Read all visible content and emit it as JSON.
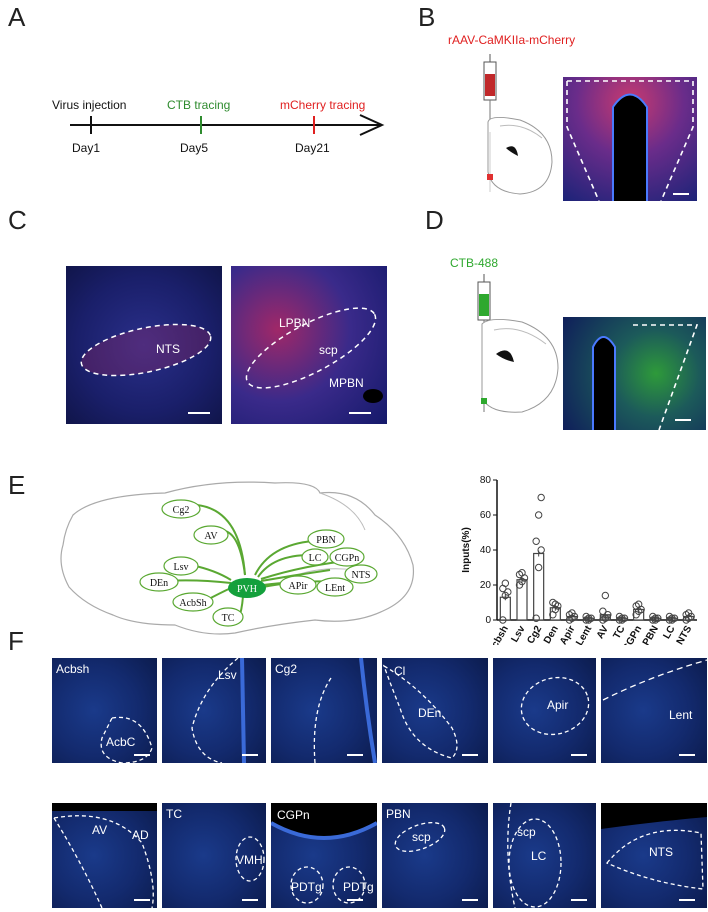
{
  "panels": {
    "A": "A",
    "B": "B",
    "C": "C",
    "D": "D",
    "E": "E",
    "F": "F"
  },
  "timeline": {
    "events": [
      {
        "top": "Virus injection",
        "bottom": "Day1",
        "color": "#111111"
      },
      {
        "top": "CTB tracing",
        "bottom": "Day5",
        "color": "#2e8b2e"
      },
      {
        "top": "mCherry tracing",
        "bottom": "Day21",
        "color": "#e02020"
      }
    ]
  },
  "panel_b": {
    "virus_label": "rAAV-CaMKIIa-mCherry",
    "virus_color": "#e02020"
  },
  "panel_c": {
    "tile1_label": "NTS",
    "tile2_labels": [
      "LPBN",
      "scp",
      "MPBN"
    ]
  },
  "panel_d": {
    "tracer_label": "CTB-488",
    "tracer_color": "#2ea82e"
  },
  "panel_e": {
    "center": "PVH",
    "nodes": [
      "Cg2",
      "AV",
      "Lsv",
      "DEn",
      "AcbSh",
      "TC",
      "PBN",
      "LC",
      "CGPn",
      "NTS",
      "APir",
      "LEnt"
    ],
    "edge_color": "#5aa832"
  },
  "chart_data": {
    "type": "bar",
    "categories": [
      "Acbsh",
      "Lsv",
      "Cg2",
      "Den",
      "Apir",
      "Lent",
      "AV",
      "TC",
      "CGPn",
      "PBN",
      "LC",
      "NTS"
    ],
    "values": [
      13,
      23,
      38,
      7,
      2,
      1,
      3,
      1,
      6,
      1,
      1,
      2
    ],
    "ylabel": "Inputs(%)",
    "yticks": [
      0,
      20,
      40,
      60,
      80
    ],
    "ylim": [
      0,
      80
    ],
    "points": [
      [
        0,
        14,
        16,
        18,
        21
      ],
      [
        20,
        22,
        24,
        26,
        27
      ],
      [
        1,
        30,
        40,
        45,
        60,
        70
      ],
      [
        3,
        6,
        8,
        10,
        9
      ],
      [
        0,
        1,
        2,
        3,
        4
      ],
      [
        0,
        0,
        1,
        2,
        1
      ],
      [
        0,
        1,
        3,
        5,
        14
      ],
      [
        0,
        0,
        1,
        2,
        1
      ],
      [
        3,
        5,
        6,
        8,
        9
      ],
      [
        0,
        0,
        1,
        2,
        1
      ],
      [
        0,
        0,
        1,
        2,
        1
      ],
      [
        0,
        1,
        2,
        3,
        4
      ]
    ]
  },
  "panel_f": {
    "row1": [
      {
        "labels": [
          "Acbsh",
          "AcbC"
        ]
      },
      {
        "labels": [
          "Lsv"
        ]
      },
      {
        "labels": [
          "Cg2"
        ]
      },
      {
        "labels": [
          "Cl",
          "DEn"
        ]
      },
      {
        "labels": [
          "Apir"
        ]
      },
      {
        "labels": [
          "Lent"
        ]
      }
    ],
    "row2": [
      {
        "labels": [
          "AV",
          "AD"
        ]
      },
      {
        "labels": [
          "TC",
          "VMH"
        ]
      },
      {
        "labels": [
          "CGPn",
          "PDTg",
          "PDTg"
        ]
      },
      {
        "labels": [
          "PBN",
          "scp"
        ]
      },
      {
        "labels": [
          "scp",
          "LC"
        ]
      },
      {
        "labels": [
          "NTS"
        ]
      }
    ]
  }
}
